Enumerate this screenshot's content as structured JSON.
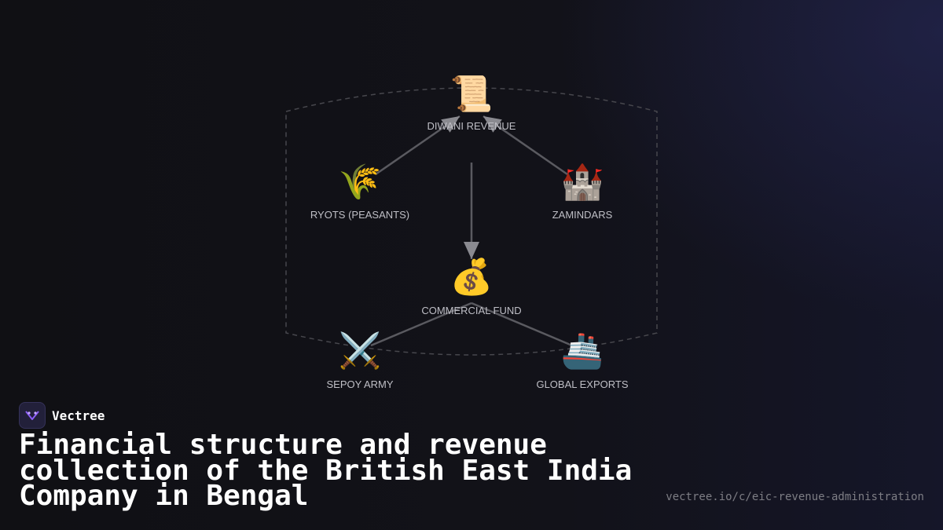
{
  "brand": {
    "name": "Vectree",
    "logo_icon": "vectree-logo-icon"
  },
  "title": "Financial structure and revenue\ncollection of the British East India\nCompany in Bengal",
  "url": "vectree.io/c/eic-revenue-administration",
  "colors": {
    "background": "#111116",
    "edge": "#5a5a60",
    "label": "#bfbfc6",
    "accent": "#8a5cf6"
  },
  "diagram": {
    "nodes": [
      {
        "id": "diwani",
        "icon": "📜",
        "icon_name": "scroll-icon",
        "label": "DIWANI REVENUE"
      },
      {
        "id": "ryots",
        "icon": "🌾",
        "icon_name": "wheat-icon",
        "label": "RYOTS (PEASANTS)"
      },
      {
        "id": "zamindars",
        "icon": "🏰",
        "icon_name": "castle-icon",
        "label": "ZAMINDARS"
      },
      {
        "id": "fund",
        "icon": "💰",
        "icon_name": "money-bag-icon",
        "label": "COMMERCIAL FUND"
      },
      {
        "id": "army",
        "icon": "⚔️",
        "icon_name": "crossed-swords-icon",
        "label": "SEPOY ARMY"
      },
      {
        "id": "exports",
        "icon": "🚢",
        "icon_name": "ship-icon",
        "label": "GLOBAL EXPORTS"
      }
    ],
    "edges": [
      {
        "from": "ryots",
        "to": "diwani",
        "arrow": true
      },
      {
        "from": "zamindars",
        "to": "diwani",
        "arrow": true
      },
      {
        "from": "diwani",
        "to": "fund",
        "arrow": true
      },
      {
        "from": "fund",
        "to": "army",
        "arrow": false
      },
      {
        "from": "fund",
        "to": "exports",
        "arrow": false
      }
    ]
  }
}
